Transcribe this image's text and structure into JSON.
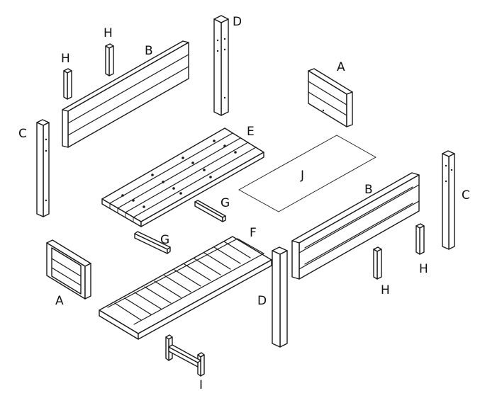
{
  "labels": {
    "a": "A",
    "b": "B",
    "c": "C",
    "d": "D",
    "e": "E",
    "f": "F",
    "g": "G",
    "h": "H",
    "i": "I",
    "j": "J"
  },
  "colors": {
    "line": "#1a1a1a",
    "background": "#ffffff"
  }
}
